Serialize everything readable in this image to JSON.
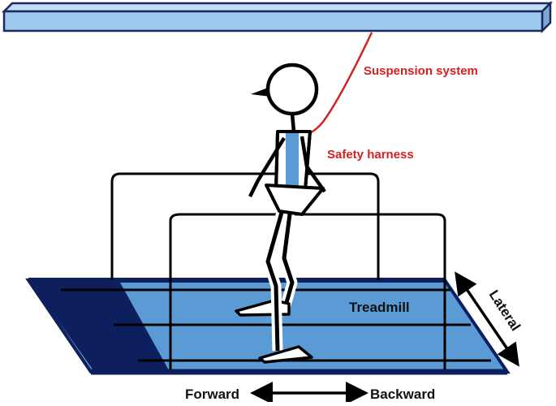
{
  "labels": {
    "suspension_system": "Suspension system",
    "safety_harness": "Safety harness",
    "treadmill": "Treadmill",
    "lateral": "Lateral",
    "forward": "Forward",
    "backward": "Backward"
  },
  "colors": {
    "rail_fill": "#9ec8ee",
    "rail_stroke": "#1a2a5a",
    "belt_light": "#5b9bd5",
    "belt_dark": "#0d1f5c",
    "cable": "#d42020",
    "outline": "#000000",
    "harness": "#5b9bd5"
  },
  "icons": {
    "direction_arrow": "double-headed-arrow-icon",
    "lateral_arrow": "diagonal-double-arrow-icon"
  }
}
